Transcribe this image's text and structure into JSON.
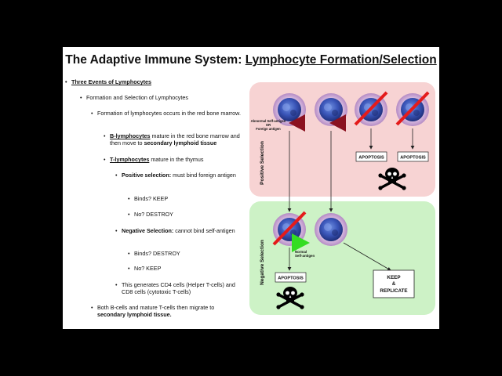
{
  "slide": {
    "title_main": "The Adaptive Immune System: ",
    "title_underlined": "Lymphocyte Formation/Selection"
  },
  "bullets": {
    "b1": "Three Events of Lymphocytes",
    "b2": "Formation and Selection of Lymphocytes",
    "b3": "Formation of lymphocytes occurs in the red bone marrow.",
    "b4_term": "B-lymphocytes",
    "b4_text1": " mature in the red bone marrow and then move to ",
    "b4_bold": "secondary lymphoid tissue",
    "b5_term": "T-lymphocytes",
    "b5_text": " mature in the thymus",
    "b6_term": "Positive selection:",
    "b6_text": " must bind foreign antigen",
    "b7": "Binds? KEEP",
    "b8": "No? DESTROY",
    "b9_term": "Negative Selection:",
    "b9_text": " cannot bind self-antigen",
    "b10": "Binds? DESTROY",
    "b11": "No? KEEP",
    "b12": "This generates CD4 cells (Helper T-cells) and CD8 cells (cytotoxic T-cells)",
    "b13_text": "Both B-cells and mature T-cells then migrate to ",
    "b13_bold": "secondary lymphoid tissue."
  },
  "diagram": {
    "positive_label": "Positive Selection",
    "negative_label": "Negative Selection",
    "abnormal_label": [
      "Abnormal Self-antigen",
      "OR",
      "Foreign antigen"
    ],
    "normal_label": [
      "Normal",
      "Self-antigen"
    ],
    "apoptosis": "APOPTOSIS",
    "keep_label": [
      "KEEP",
      "&",
      "REPLICATE"
    ],
    "colors": {
      "positive_bg": "#f7d3d3",
      "negative_bg": "#cdf2c6",
      "red_triangle": "#8b1220",
      "green_triangle": "#33dd22",
      "cross": "#e41b1b"
    }
  }
}
